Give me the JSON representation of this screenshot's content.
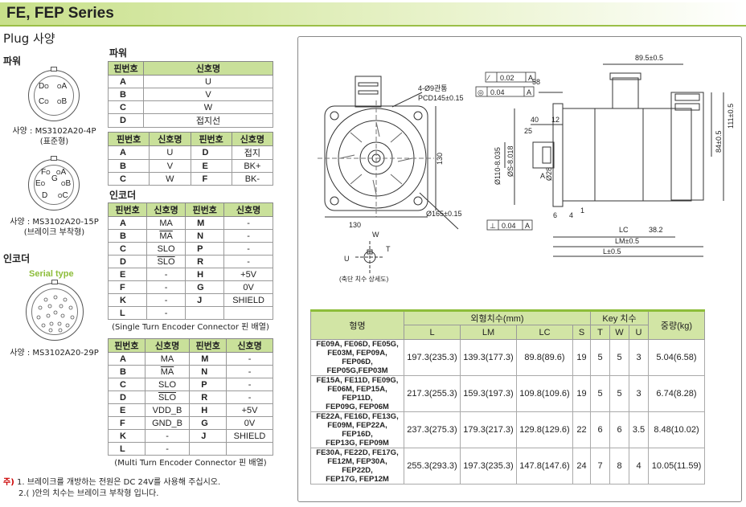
{
  "header": {
    "title": "FE, FEP Series",
    "subtitle": "Plug 사양"
  },
  "left": {
    "power_label": "파워",
    "encoder_label": "인코더",
    "serial_label": "Serial type",
    "conn1": {
      "caption1": "사양 : MS3102A20-4P",
      "caption2": "(표준형)",
      "pins": [
        "D",
        "A",
        "C",
        "B"
      ]
    },
    "conn2": {
      "caption1": "사양 : MS3102A20-15P",
      "caption2": "(브레이크 부착형)",
      "pins": [
        "F",
        "G",
        "A",
        "E",
        "B",
        "D",
        "C"
      ]
    },
    "conn3": {
      "caption1": "사양 : MS3102A20-29P"
    }
  },
  "power_table1": {
    "title": "파워",
    "headers": [
      "핀번호",
      "신호명"
    ],
    "rows": [
      [
        "A",
        "U"
      ],
      [
        "B",
        "V"
      ],
      [
        "C",
        "W"
      ],
      [
        "D",
        "접지선"
      ]
    ]
  },
  "power_table2": {
    "headers": [
      "핀번호",
      "신호명",
      "핀번호",
      "신호명"
    ],
    "rows": [
      [
        "A",
        "U",
        "D",
        "접지"
      ],
      [
        "B",
        "V",
        "E",
        "BK+"
      ],
      [
        "C",
        "W",
        "F",
        "BK-"
      ]
    ]
  },
  "encoder_table1": {
    "title": "인코더",
    "headers": [
      "핀번호",
      "신호명",
      "핀번호",
      "신호명"
    ],
    "rows": [
      [
        "A",
        "MA",
        "M",
        "-"
      ],
      [
        "B",
        "MA",
        "N",
        "-"
      ],
      [
        "C",
        "SLO",
        "P",
        "-"
      ],
      [
        "D",
        "SLO",
        "R",
        "-"
      ],
      [
        "E",
        "-",
        "H",
        "+5V"
      ],
      [
        "F",
        "-",
        "G",
        "0V"
      ],
      [
        "K",
        "-",
        "J",
        "SHIELD"
      ],
      [
        "L",
        "-",
        "",
        ""
      ]
    ],
    "overlined": [
      [
        1,
        1
      ],
      [
        3,
        1
      ]
    ],
    "caption": "(Single Turn Encoder Connector 핀 배열)"
  },
  "encoder_table2": {
    "headers": [
      "핀번호",
      "신호명",
      "핀번호",
      "신호명"
    ],
    "rows": [
      [
        "A",
        "MA",
        "M",
        "-"
      ],
      [
        "B",
        "MA",
        "N",
        "-"
      ],
      [
        "C",
        "SLO",
        "P",
        "-"
      ],
      [
        "D",
        "SLO",
        "R",
        "-"
      ],
      [
        "E",
        "VDD_B",
        "H",
        "+5V"
      ],
      [
        "F",
        "GND_B",
        "G",
        "0V"
      ],
      [
        "K",
        "-",
        "J",
        "SHIELD"
      ],
      [
        "L",
        "-",
        "",
        ""
      ]
    ],
    "overlined": [
      [
        1,
        1
      ],
      [
        3,
        1
      ]
    ],
    "caption": "(Multi Turn Encoder Connector 핀 배열)"
  },
  "notes": {
    "prefix": "주)",
    "line1": "1. 브레이크를 개방하는 전원은 DC 24V를 사용해 주십시오.",
    "line2": "2.( )안의 치수는 브레이크 부착형 입니다."
  },
  "drawing": {
    "dims": {
      "d89": "89.5±0.5",
      "tol1": "0.02",
      "tolA1": "A",
      "tol2": "0.04",
      "tolA2": "A",
      "d58": "58",
      "d40": "40",
      "d12": "12",
      "d25": "25",
      "holes": "4-Ø9관통",
      "pcd": "PCD145±0.15",
      "d130v": "130",
      "d130h": "130",
      "d165": "Ø165±0.15",
      "d110": "Ø110-8.035",
      "dS": "ØS-8.018",
      "d28": "Ø28",
      "dA": "A",
      "d84": "84±0.5",
      "d111": "111±0.5",
      "d6": "6",
      "d4": "4",
      "d1": "1",
      "LC": "LC",
      "d38": "38.2",
      "LM": "LM±0.5",
      "L": "L±0.5",
      "tol3": "0.04",
      "tolA3": "A",
      "W": "W",
      "T": "T",
      "U": "U",
      "shaft_note": "(축단 치수 상세도)"
    }
  },
  "dim_table": {
    "h_model": "형명",
    "h_outer": "외형치수(mm)",
    "h_key": "Key 치수",
    "h_weight": "중량(kg)",
    "sub": [
      "L",
      "LM",
      "LC",
      "S",
      "T",
      "W",
      "U"
    ],
    "rows": [
      {
        "model": [
          "FE09A, FE06D, FE05G,",
          "FE03M, FEP09A, FEP06D,",
          "FEP05G,FEP03M"
        ],
        "vals": [
          "197.3(235.3)",
          "139.3(177.3)",
          "89.8(89.6)",
          "19",
          "5",
          "5",
          "3",
          "5.04(6.58)"
        ]
      },
      {
        "model": [
          "FE15A, FE11D, FE09G,",
          "FE06M, FEP15A, FEP11D,",
          "FEP09G, FEP06M"
        ],
        "vals": [
          "217.3(255.3)",
          "159.3(197.3)",
          "109.8(109.6)",
          "19",
          "5",
          "5",
          "3",
          "6.74(8.28)"
        ]
      },
      {
        "model": [
          "FE22A, FE16D, FE13G,",
          "FE09M, FEP22A, FEP16D,",
          "FEP13G, FEP09M"
        ],
        "vals": [
          "237.3(275.3)",
          "179.3(217.3)",
          "129.8(129.6)",
          "22",
          "6",
          "6",
          "3.5",
          "8.48(10.02)"
        ]
      },
      {
        "model": [
          "FE30A, FE22D, FE17G,",
          "FE12M, FEP30A, FEP22D,",
          "FEP17G, FEP12M"
        ],
        "vals": [
          "255.3(293.3)",
          "197.3(235.3)",
          "147.8(147.6)",
          "24",
          "7",
          "8",
          "4",
          "10.05(11.59)"
        ]
      }
    ]
  }
}
